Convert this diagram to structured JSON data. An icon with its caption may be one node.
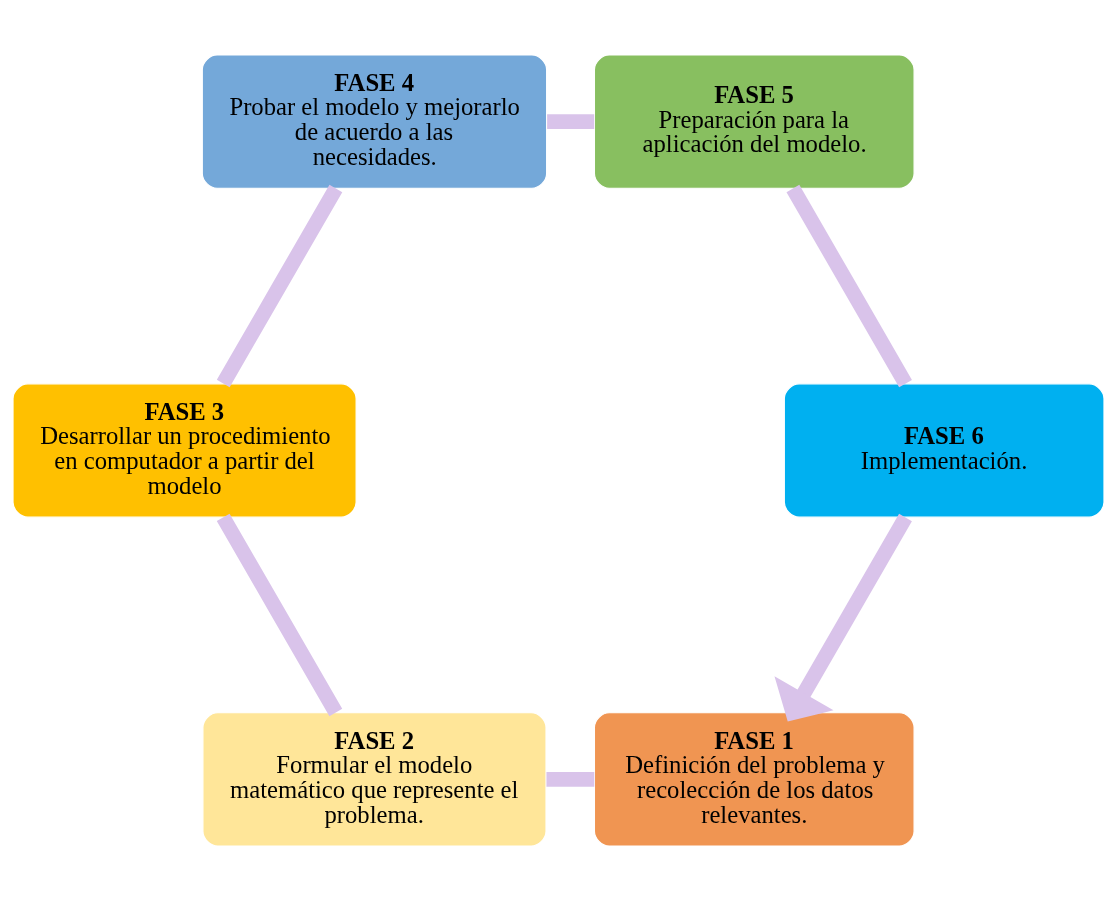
{
  "diagram": {
    "nodes": [
      {
        "text": [
          "FASE 1",
          "Definición del problema y recolección de los datos relevantes."
        ]
      },
      {
        "text": [
          "FASE 2",
          "Formular el modelo matemático que represente el problema."
        ]
      },
      {
        "text": [
          "FASE 3",
          "Desarrollar un procedimiento en computador a partir del modelo"
        ]
      },
      {
        "text": [
          "FASE 4",
          "Probar el modelo y mejorarlo de acuerdo a las necesidades."
        ]
      },
      {
        "text": [
          "FASE 5",
          "Preparación para la aplicación del modelo."
        ]
      },
      {
        "text": [
          "FASE 6",
          "Implementación."
        ]
      }
    ],
    "edges": [
      {
        "from": 0,
        "to": 1,
        "arrow": "none"
      },
      {
        "from": 1,
        "to": 2,
        "arrow": "none"
      },
      {
        "from": 2,
        "to": 3,
        "arrow": "none"
      },
      {
        "from": 3,
        "to": 4,
        "arrow": "none"
      },
      {
        "from": 4,
        "to": 5,
        "arrow": "none"
      },
      {
        "from": 5,
        "to": 0,
        "arrow": "to"
      }
    ]
  }
}
